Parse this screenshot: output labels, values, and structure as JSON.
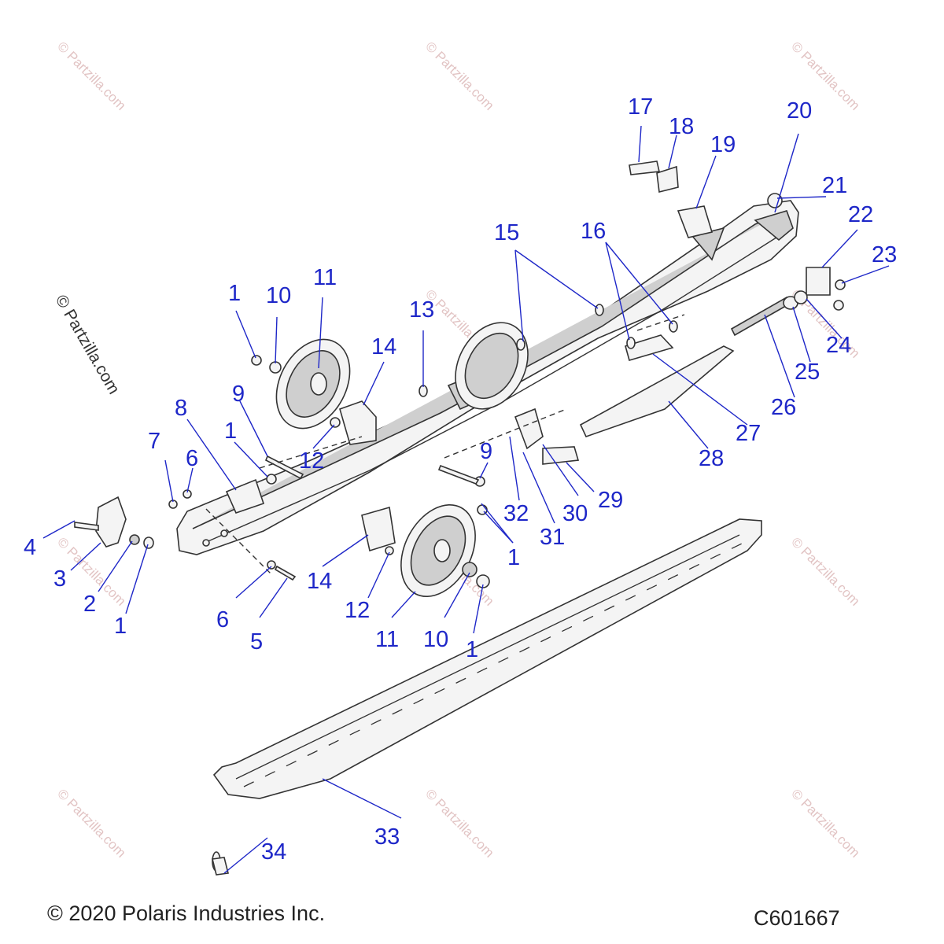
{
  "callouts": [
    "1",
    "2",
    "3",
    "4",
    "5",
    "6",
    "7",
    "8",
    "9",
    "10",
    "11",
    "12",
    "13",
    "14",
    "15",
    "16",
    "17",
    "18",
    "19",
    "20",
    "21",
    "22",
    "23",
    "24",
    "25",
    "26",
    "27",
    "28",
    "29",
    "30",
    "31",
    "32",
    "33",
    "34"
  ],
  "watermark_text": "© Partzilla.com",
  "copyright": "© 2020 Polaris Industries Inc.",
  "diagram_code": "C601667",
  "colors": {
    "callout": "#1e27c8",
    "line": "#333333",
    "watermark": "#e2c4c4"
  }
}
